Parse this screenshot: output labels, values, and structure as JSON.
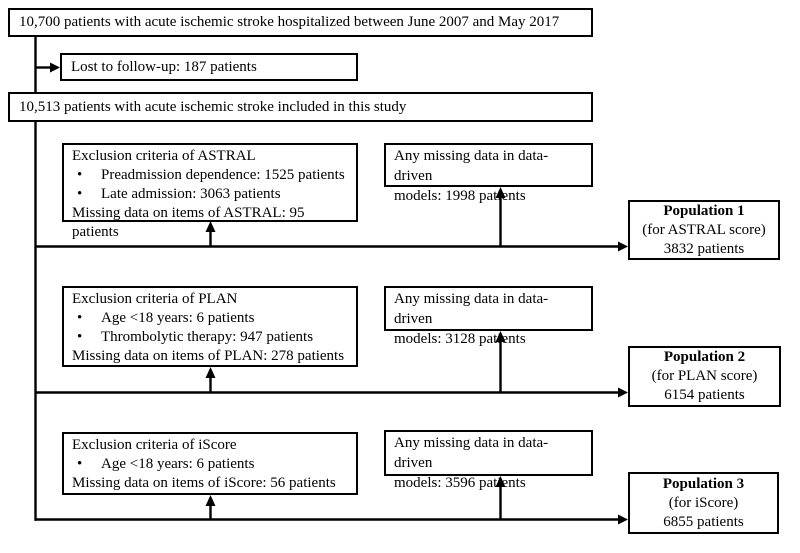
{
  "colors": {
    "line": "#000000",
    "border": "#000000",
    "background": "#ffffff",
    "text": "#000000"
  },
  "bullet_glyph": "•",
  "flow": {
    "enrolled": "10,700 patients with acute ischemic stroke hospitalized between June 2007 and May 2017",
    "lost": "Lost to follow-up: 187 patients",
    "included": "10,513 patients with acute ischemic stroke included in this study"
  },
  "rows": [
    {
      "id": "astral",
      "exclusion": {
        "title": "Exclusion criteria of ASTRAL",
        "bullets": [
          "Preadmission dependence: 1525 patients",
          "Late admission: 3063 patients"
        ],
        "missing_items": "Missing data on items of ASTRAL: 95 patients"
      },
      "missing_models": {
        "line1": "Any missing data in data-driven",
        "line2": "models: 1998 patients"
      },
      "population": {
        "name": "Population 1",
        "purpose": "(for ASTRAL score)",
        "count": "3832 patients"
      }
    },
    {
      "id": "plan",
      "exclusion": {
        "title": "Exclusion criteria of PLAN",
        "bullets": [
          "Age <18 years: 6 patients",
          "Thrombolytic therapy: 947 patients"
        ],
        "missing_items": "Missing data on items of PLAN: 278 patients"
      },
      "missing_models": {
        "line1": "Any missing data in data-driven",
        "line2": "models: 3128 patients"
      },
      "population": {
        "name": "Population 2",
        "purpose": "(for PLAN score)",
        "count": "6154 patients"
      }
    },
    {
      "id": "iscore",
      "exclusion": {
        "title": "Exclusion criteria of iScore",
        "bullets": [
          "Age <18 years: 6 patients"
        ],
        "missing_items": "Missing data on items of iScore: 56 patients"
      },
      "missing_models": {
        "line1": "Any missing data in data-driven",
        "line2": "models: 3596 patients"
      },
      "population": {
        "name": "Population 3",
        "purpose": "(for iScore)",
        "count": "6855 patients"
      }
    }
  ]
}
